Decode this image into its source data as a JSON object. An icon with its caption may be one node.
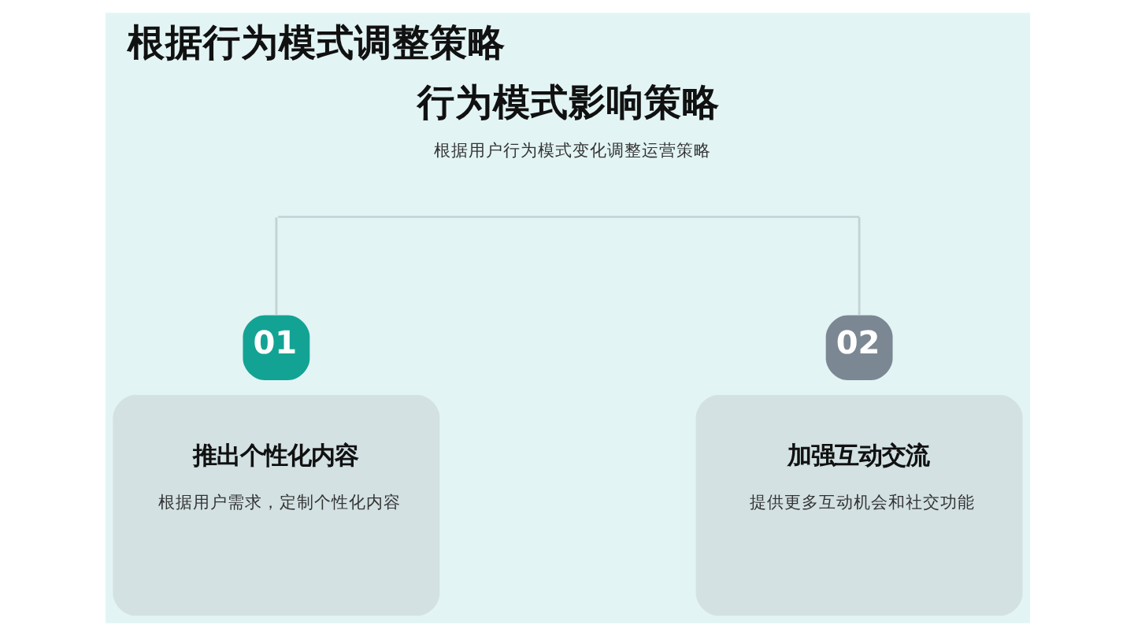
{
  "diagram": {
    "title": "根据行为模式调整策略",
    "nodes": [
      {
        "text": [
          "行为模式影响策略",
          "根据用户行为模式变化调整运营策略"
        ]
      },
      {
        "text": [
          "01"
        ]
      },
      {
        "text": [
          "推出个性化内容",
          "根据用户需求，定制个性化内容"
        ]
      },
      {
        "text": [
          "02"
        ]
      },
      {
        "text": [
          "加强互动交流",
          "提供更多互动机会和社交功能"
        ]
      }
    ],
    "edges": [
      {
        "from": 0,
        "to": 1,
        "arrow": "none"
      },
      {
        "from": 0,
        "to": 3,
        "arrow": "none"
      }
    ]
  }
}
